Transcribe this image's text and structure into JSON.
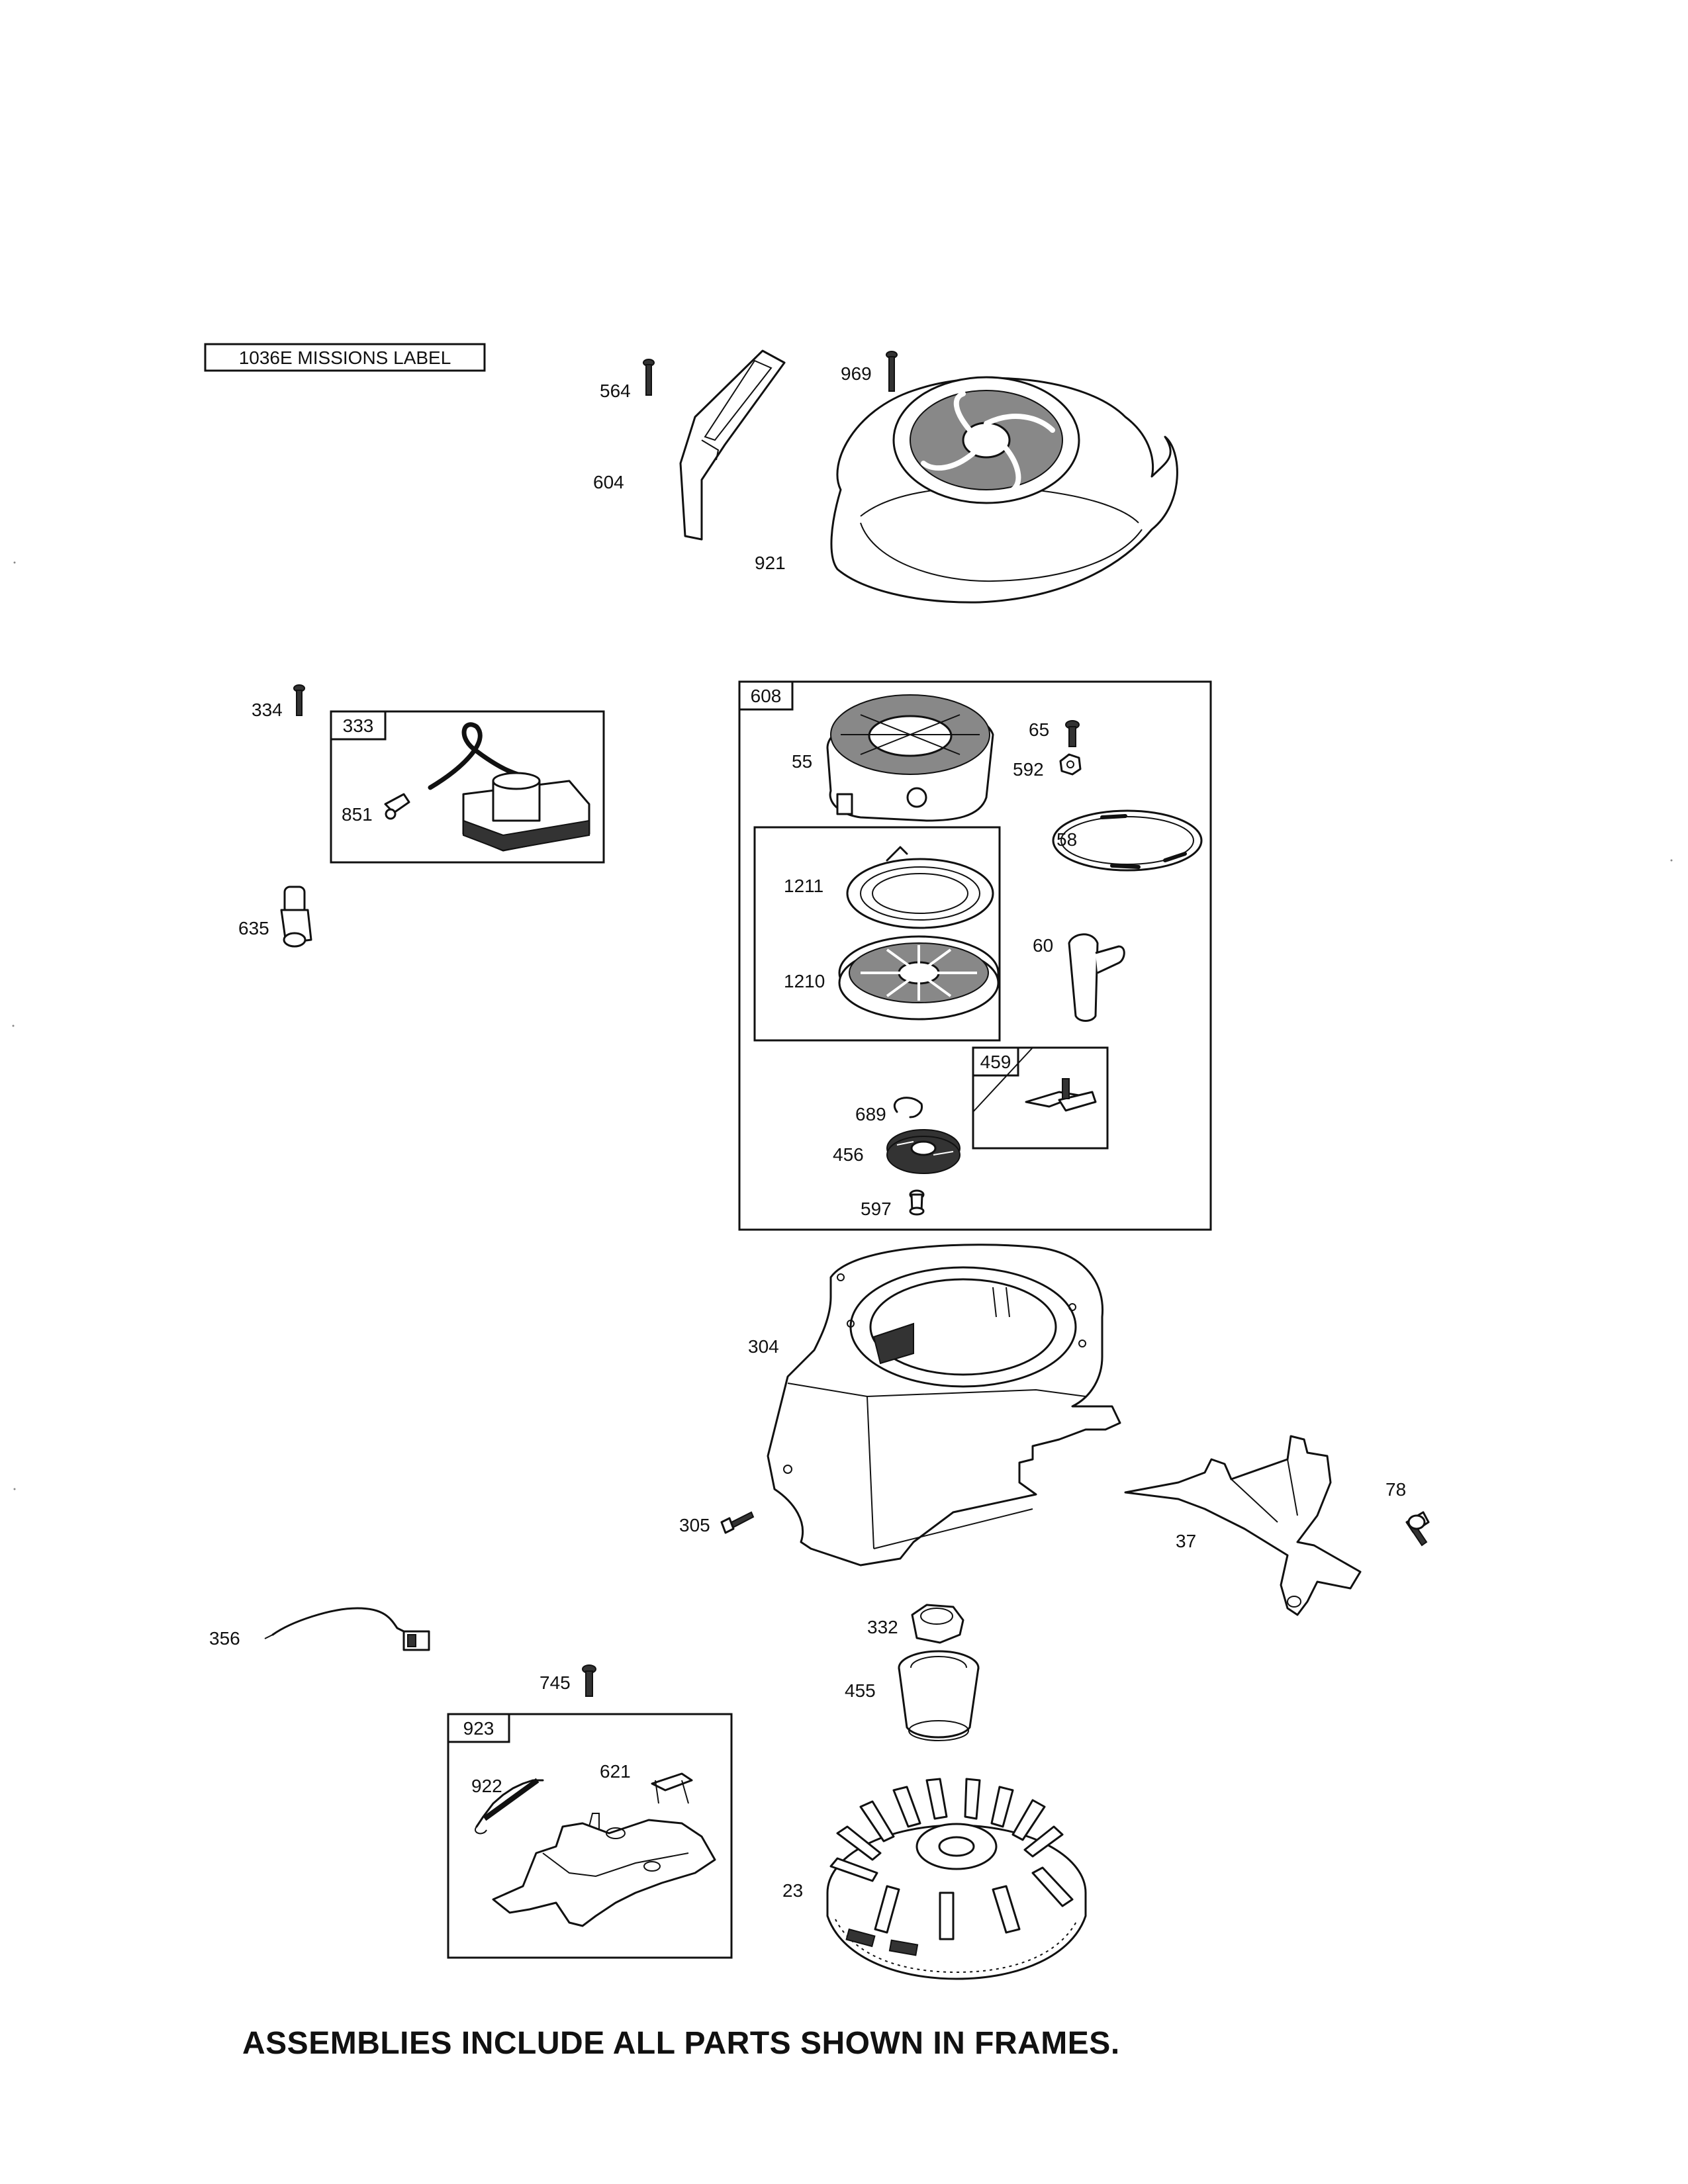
{
  "emission_label": "1036E MISSIONS LABEL",
  "frames": {
    "f608": "608",
    "f333": "333",
    "f459": "459",
    "f923": "923"
  },
  "parts": {
    "p564": "564",
    "p969": "969",
    "p604": "604",
    "p921": "921",
    "p334": "334",
    "p851": "851",
    "p635": "635",
    "p65": "65",
    "p55": "55",
    "p592": "592",
    "p58": "58",
    "p1211": "1211",
    "p1210": "1210",
    "p60": "60",
    "p689": "689",
    "p456": "456",
    "p597": "597",
    "p304": "304",
    "p305": "305",
    "p78": "78",
    "p37": "37",
    "p356": "356",
    "p332": "332",
    "p745": "745",
    "p455": "455",
    "p621": "621",
    "p922": "922",
    "p23": "23"
  },
  "footer": "ASSEMBLIES INCLUDE ALL PARTS SHOWN IN FRAMES."
}
